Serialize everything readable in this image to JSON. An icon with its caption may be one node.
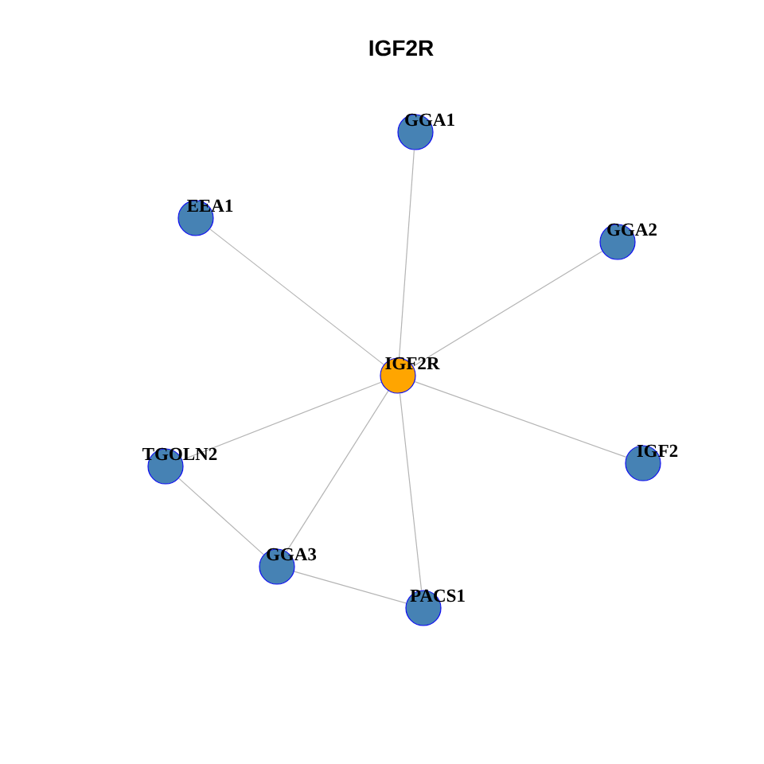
{
  "diagram": {
    "title": "IGF2R",
    "nodes": [
      {
        "text": [
          "GGA1"
        ]
      },
      {
        "text": [
          "EEA1"
        ]
      },
      {
        "text": [
          "GGA2"
        ]
      },
      {
        "text": [
          "IGF2R"
        ]
      },
      {
        "text": [
          "TGOLN2"
        ]
      },
      {
        "text": [
          "IGF2"
        ]
      },
      {
        "text": [
          "GGA3"
        ]
      },
      {
        "text": [
          "PACS1"
        ]
      }
    ],
    "edges": [
      {
        "from": 3,
        "to": 0,
        "arrow": "none"
      },
      {
        "from": 3,
        "to": 1,
        "arrow": "none"
      },
      {
        "from": 3,
        "to": 2,
        "arrow": "none"
      },
      {
        "from": 3,
        "to": 4,
        "arrow": "none"
      },
      {
        "from": 3,
        "to": 5,
        "arrow": "none"
      },
      {
        "from": 3,
        "to": 6,
        "arrow": "none"
      },
      {
        "from": 3,
        "to": 7,
        "arrow": "none"
      },
      {
        "from": 4,
        "to": 6,
        "arrow": "none"
      },
      {
        "from": 6,
        "to": 7,
        "arrow": "none"
      }
    ]
  }
}
